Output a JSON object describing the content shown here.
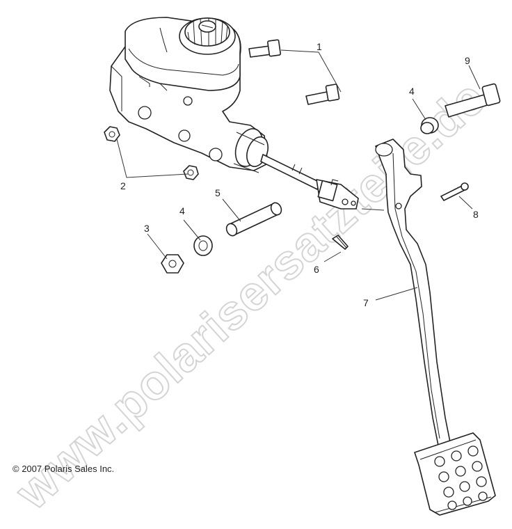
{
  "watermark": "www.polarisersatzteile.de",
  "copyright": "© 2007 Polaris Sales Inc.",
  "callouts": {
    "c1": "1",
    "c2": "2",
    "c3": "3",
    "c4a": "4",
    "c4b": "4",
    "c5": "5",
    "c6": "6",
    "c7": "7",
    "c8": "8",
    "c9": "9"
  },
  "colors": {
    "line": "#222222",
    "watermark_outline": "#d4d4d4",
    "background": "#ffffff"
  }
}
